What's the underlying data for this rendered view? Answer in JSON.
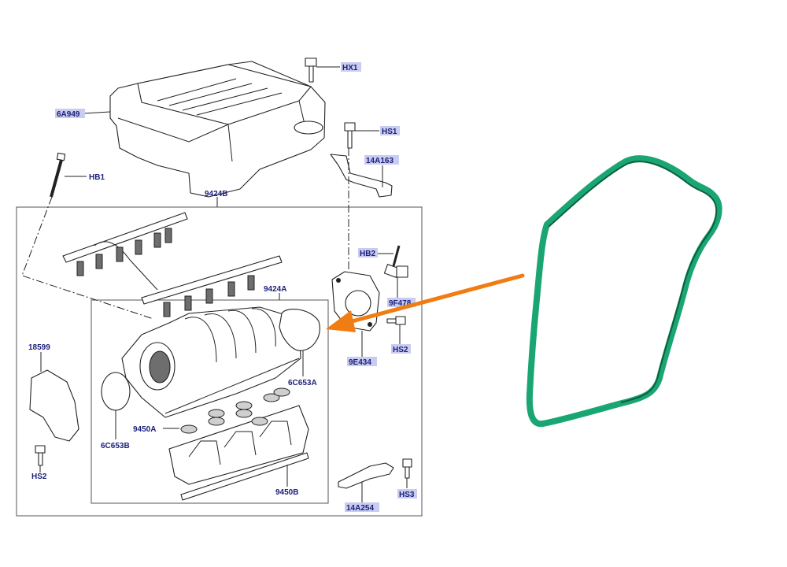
{
  "labels": {
    "hx1": "HX1",
    "a6949": "6A949",
    "hs1": "HS1",
    "a14163": "14A163",
    "hb1": "HB1",
    "b9424": "9424B",
    "hb2": "HB2",
    "f9478": "9F478",
    "a9424": "9424A",
    "hs2_right": "HS2",
    "e9434": "9E434",
    "n18599": "18599",
    "c6653a": "6C653A",
    "a9450": "9450A",
    "c6653b": "6C653B",
    "hs2_left": "HS2",
    "b9450": "9450B",
    "a14254": "14A254",
    "hs3": "HS3"
  },
  "colors": {
    "label_text": "#1b1f7a",
    "label_box": "#c8ccf0",
    "arrow": "#f07c12",
    "gasket": "#1aa673"
  }
}
